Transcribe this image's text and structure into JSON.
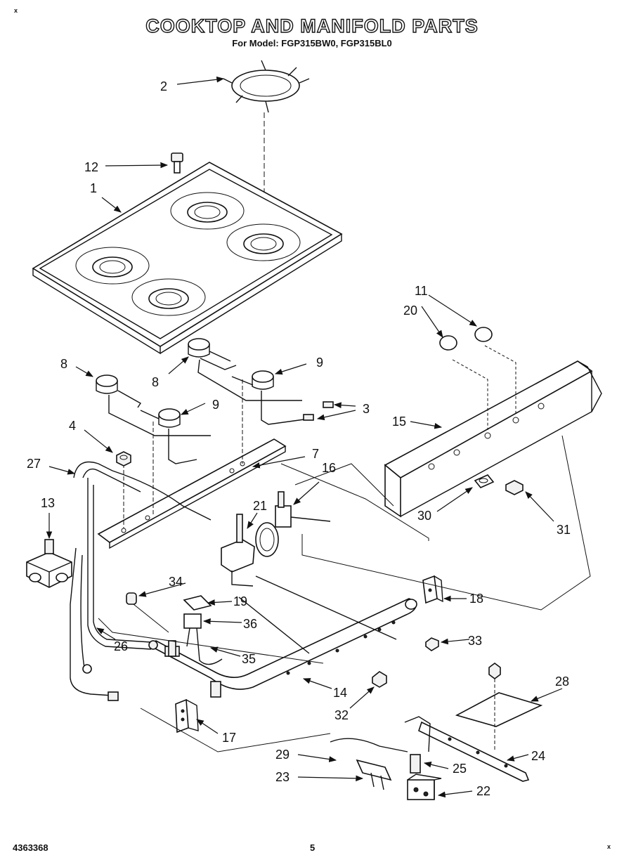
{
  "title": "COOKTOP AND MANIFOLD PARTS",
  "subtitle": "For Model: FGP315BW0, FGP315BL0",
  "doc_number": "4363368",
  "page_number": "5",
  "corner_mark": "x",
  "callouts": {
    "c1": "1",
    "c2": "2",
    "c3": "3",
    "c4": "4",
    "c7": "7",
    "c8a": "8",
    "c8b": "8",
    "c9a": "9",
    "c9b": "9",
    "c11": "11",
    "c12": "12",
    "c13": "13",
    "c14": "14",
    "c15": "15",
    "c16": "16",
    "c17": "17",
    "c18": "18",
    "c19": "19",
    "c20": "20",
    "c21": "21",
    "c22": "22",
    "c23": "23",
    "c24": "24",
    "c25": "25",
    "c26": "26",
    "c27": "27",
    "c28": "28",
    "c29": "29",
    "c30": "30",
    "c31": "31",
    "c32": "32",
    "c33": "33",
    "c34": "34",
    "c35": "35",
    "c36": "36"
  }
}
